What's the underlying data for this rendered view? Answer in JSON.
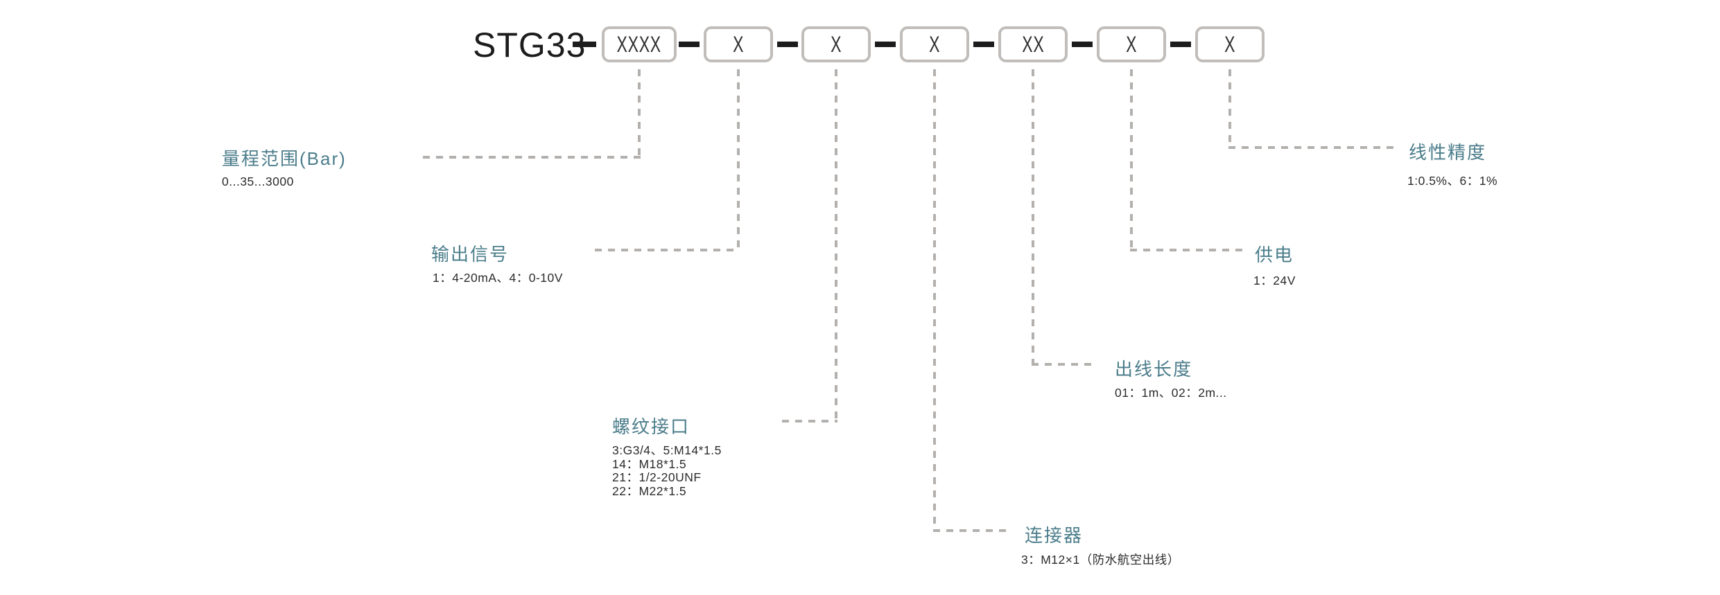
{
  "diagram": {
    "title": "STG33",
    "code_boxes": [
      "XXXX",
      "X",
      "X",
      "X",
      "XX",
      "X",
      "X"
    ],
    "separator": "—"
  },
  "fields": [
    {
      "id": "measuring-range",
      "label": "量程范围(Bar)",
      "values": [
        "0...35...3000"
      ]
    },
    {
      "id": "output-signal",
      "label": "输出信号",
      "values": [
        "1：4-20mA、4：0-10V"
      ]
    },
    {
      "id": "thread-connection",
      "label": "螺纹接口",
      "values": [
        "3:G3/4、5:M14*1.5",
        "14：M18*1.5",
        "21：1/2-20UNF",
        "22：M22*1.5"
      ]
    },
    {
      "id": "connector",
      "label": "连接器",
      "values": [
        "3：M12×1（防水航空出线）"
      ]
    },
    {
      "id": "cable-length",
      "label": "出线长度",
      "values": [
        "01：1m、02：2m..."
      ]
    },
    {
      "id": "power-supply",
      "label": "供电",
      "values": [
        "1：24V"
      ]
    },
    {
      "id": "linearity-accuracy",
      "label": "线性精度",
      "values": [
        "1:0.5%、6：1%"
      ]
    }
  ],
  "colors": {
    "label_teal": "#4b7d8b",
    "value_text": "#2b2b2b",
    "title_text": "#1c1c1c",
    "dashed_line_gray": "#b3b0ad",
    "box_border_gray": "#c0bdba",
    "background": "#ffffff"
  }
}
